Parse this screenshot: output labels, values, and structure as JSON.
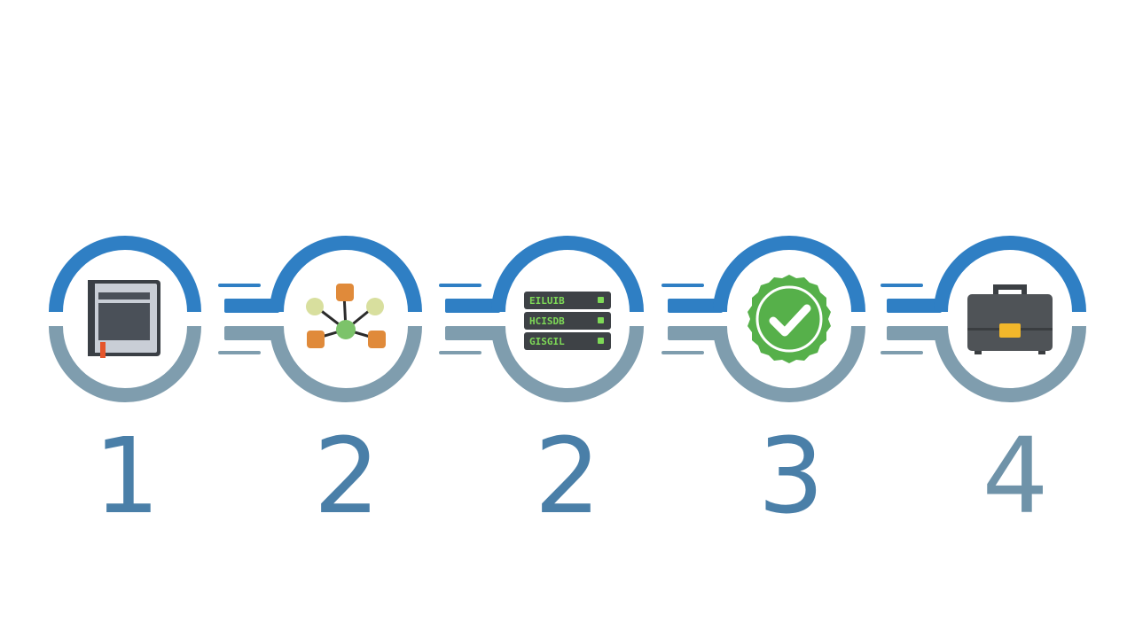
{
  "colors": {
    "background": "#ffffff",
    "ring_top": "#2f7fc4",
    "ring_bottom": "#7f9dae",
    "connector_top": "#2f7fc4",
    "connector_bottom": "#7f9dae",
    "number": "#4a7fa8",
    "number_last": "#6f93a9",
    "check_green": "#56b04a",
    "server_text": "#7ed957",
    "briefcase_dark": "#4f5357",
    "briefcase_clasp": "#f2b72b",
    "book_dark": "#3a3f45",
    "book_ribbon": "#e5552b",
    "network_orange": "#e08a3a",
    "network_light": "#d8df9e",
    "network_center": "#7cc36a"
  },
  "steps": [
    {
      "number": "1",
      "icon": "book-icon"
    },
    {
      "number": "2",
      "icon": "network-nodes-icon"
    },
    {
      "number": "2",
      "icon": "server-rack-icon",
      "rack_labels": [
        "EILUIB",
        "HCISDB",
        "GISGIL"
      ]
    },
    {
      "number": "3",
      "icon": "check-badge-icon"
    },
    {
      "number": "4",
      "icon": "briefcase-icon"
    }
  ]
}
